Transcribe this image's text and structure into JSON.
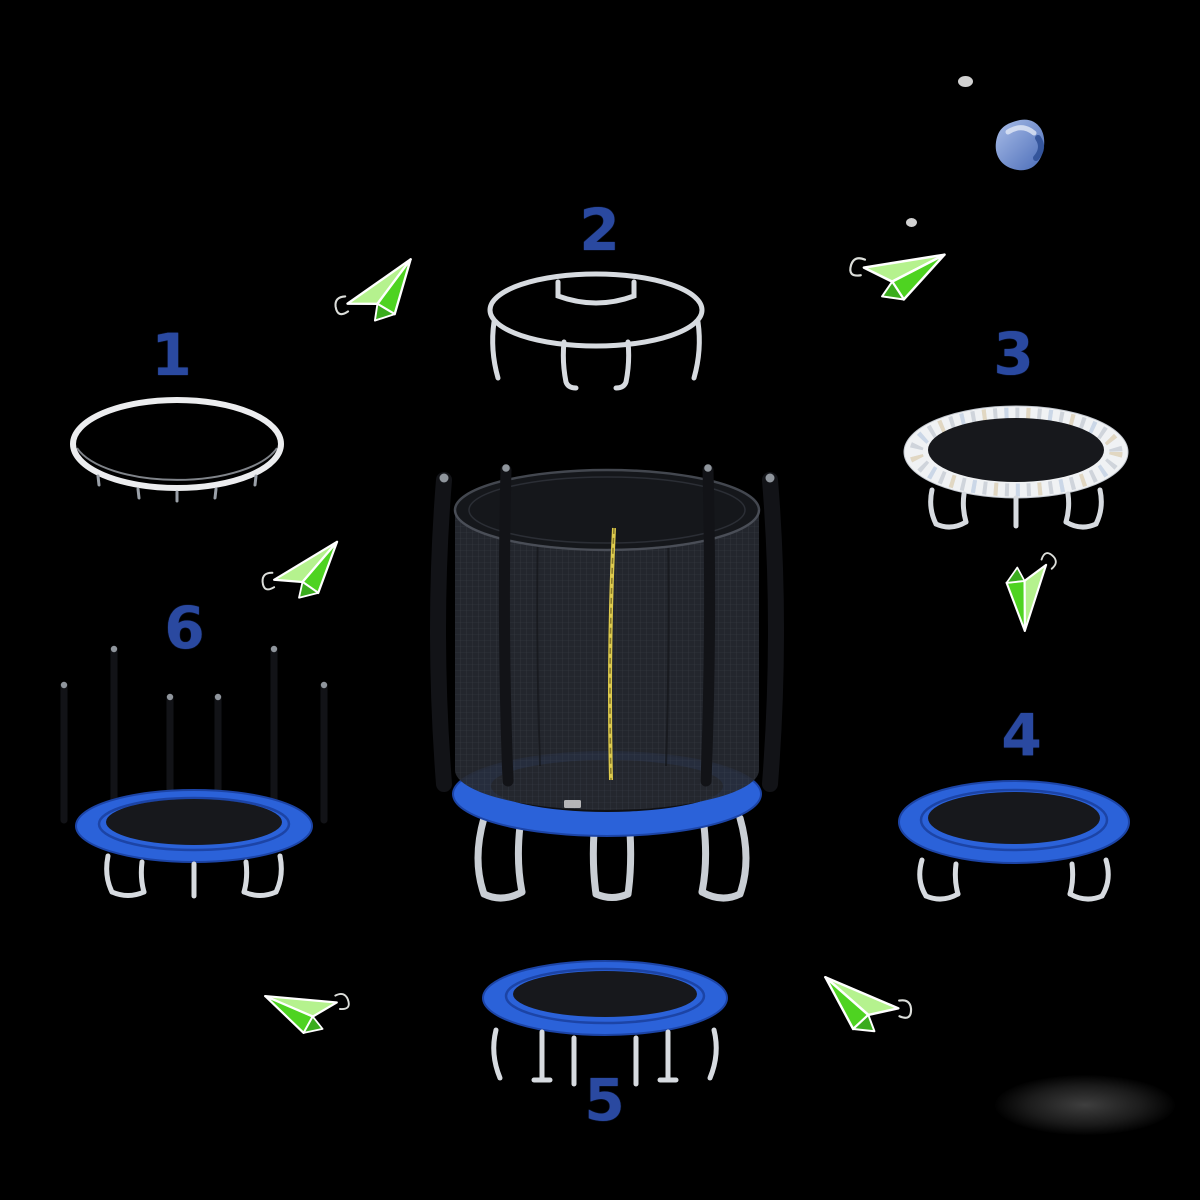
{
  "diagram": {
    "name": "trampoline-assembly-steps",
    "steps": [
      {
        "number": "1",
        "part": "frame-top-ring"
      },
      {
        "number": "2",
        "part": "frame-with-legs"
      },
      {
        "number": "3",
        "part": "jump-mat-and-springs"
      },
      {
        "number": "4",
        "part": "safety-pad-installed"
      },
      {
        "number": "5",
        "part": "pad-with-enclosure-sleeves"
      },
      {
        "number": "6",
        "part": "enclosure-poles-installed"
      }
    ],
    "center_part": "finished-trampoline-with-safety-net",
    "arrow_icon": "paper-plane-arrow-icon"
  },
  "colors": {
    "background": "#000000",
    "step_number": "#2a49a0",
    "arrow_green": "#4ed321",
    "arrow_green_light": "#b5f28e",
    "pad_blue": "#2b62d9",
    "pad_blue_dark": "#1c44a6",
    "mat_black": "#17181c",
    "frame_silver": "#d7dbe0",
    "net_dark": "#262930",
    "pole_black": "#121317",
    "zipper_yellow": "#decb4d",
    "blob_blue": "#4a6cb8"
  }
}
